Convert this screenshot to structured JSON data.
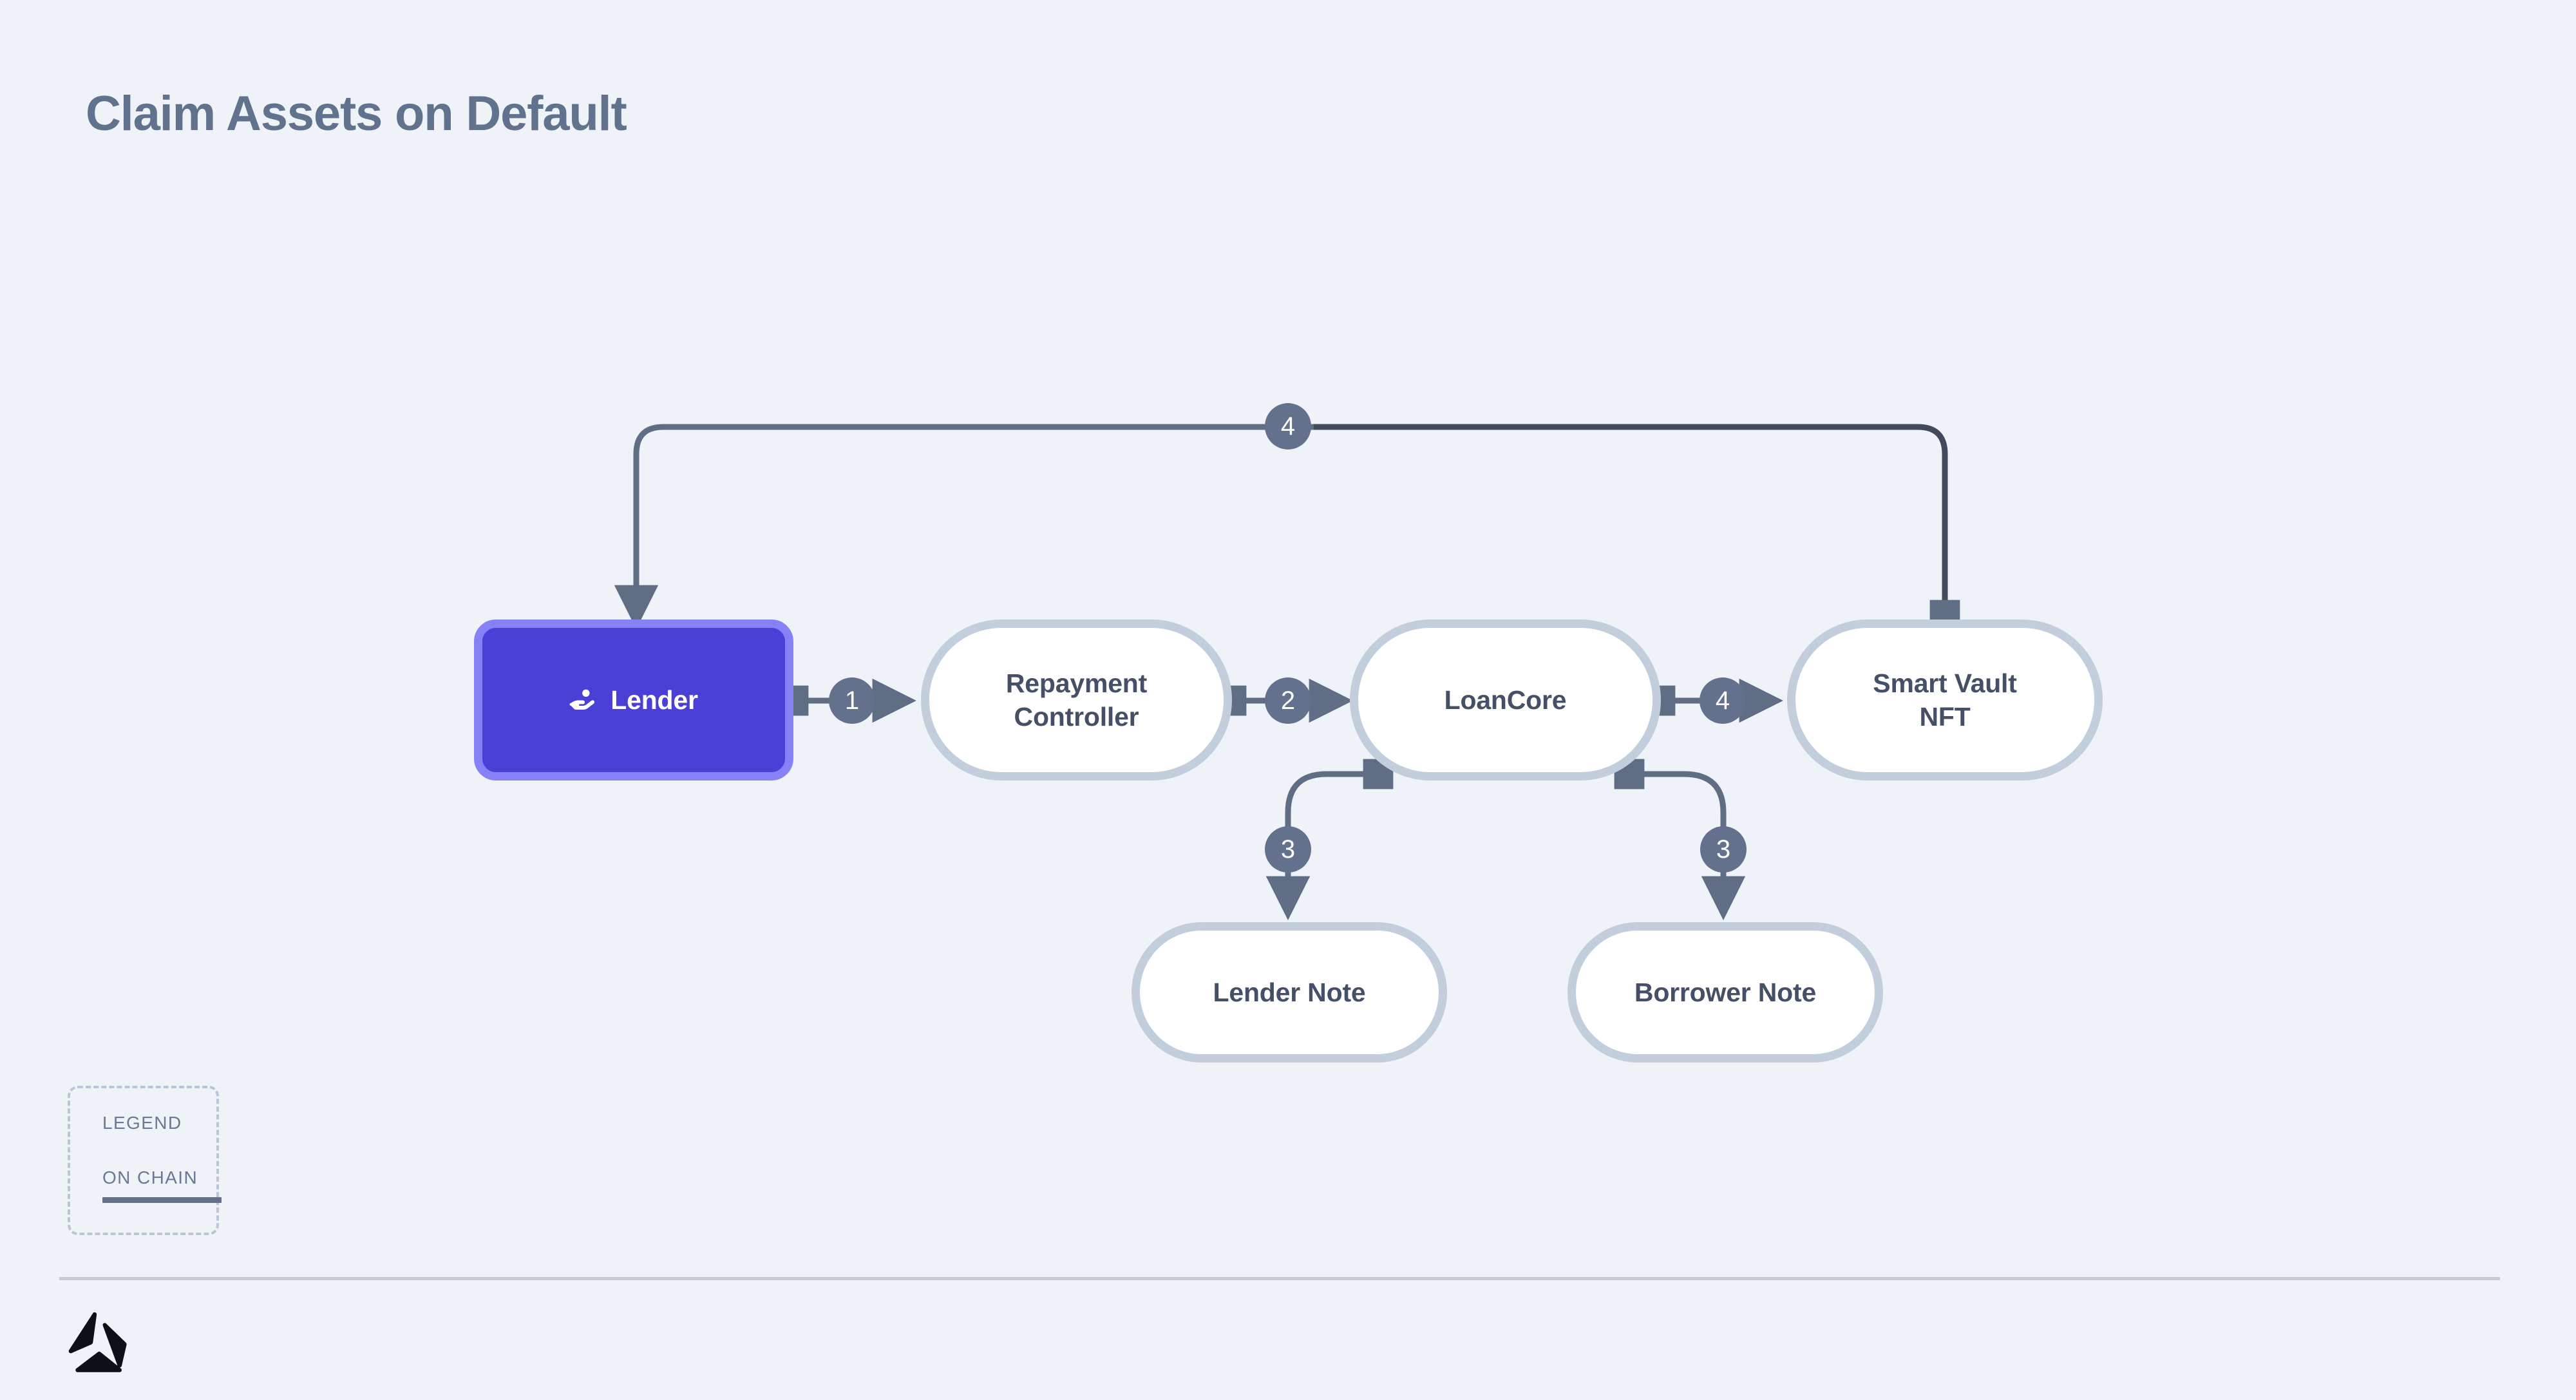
{
  "page": {
    "title": "Claim Assets on Default",
    "background_color": "#eff2f7",
    "title_color": "#61728e"
  },
  "colors": {
    "actor_fill": "#4a3fd6",
    "actor_ring": "#8781f7",
    "contract_fill": "#ffffff",
    "contract_border": "#c3cedd",
    "node_text": "#455067",
    "edge_line": "#5f6d85",
    "badge_fill": "#64718c",
    "badge_text": "#ffffff",
    "legend_border": "#b9c6d8",
    "footer_rule": "#c6cbd2",
    "logo": "#0d1117"
  },
  "diagram": {
    "nodes": [
      {
        "id": "lender",
        "label": "Lender",
        "type": "actor",
        "icon": "hand-holding-person-icon"
      },
      {
        "id": "repayment",
        "label": "Repayment\nController",
        "type": "contract"
      },
      {
        "id": "loancore",
        "label": "LoanCore",
        "type": "contract"
      },
      {
        "id": "smartvault",
        "label": "Smart Vault\nNFT",
        "type": "contract"
      },
      {
        "id": "lendernote",
        "label": "Lender Note",
        "type": "contract"
      },
      {
        "id": "borrowernote",
        "label": "Borrower Note",
        "type": "contract"
      }
    ],
    "edges": [
      {
        "id": "e1",
        "from": "lender",
        "to": "repayment",
        "step": "1"
      },
      {
        "id": "e2",
        "from": "repayment",
        "to": "loancore",
        "step": "2"
      },
      {
        "id": "e3",
        "from": "loancore",
        "to": "lendernote",
        "step": "3"
      },
      {
        "id": "e4",
        "from": "loancore",
        "to": "borrowernote",
        "step": "3"
      },
      {
        "id": "e5",
        "from": "loancore",
        "to": "smartvault",
        "step": "4"
      },
      {
        "id": "e6",
        "from": "smartvault",
        "to": "lender",
        "step": "4"
      }
    ],
    "step_badges": [
      {
        "id": "badge-1",
        "value": "1"
      },
      {
        "id": "badge-2",
        "value": "2"
      },
      {
        "id": "badge-3-left",
        "value": "3"
      },
      {
        "id": "badge-3-right",
        "value": "3"
      },
      {
        "id": "badge-4-mid",
        "value": "4"
      },
      {
        "id": "badge-4-top",
        "value": "4"
      }
    ]
  },
  "legend": {
    "title": "LEGEND",
    "items": [
      {
        "label": "ON CHAIN",
        "style": "solid-line",
        "color": "#64718c"
      }
    ]
  }
}
